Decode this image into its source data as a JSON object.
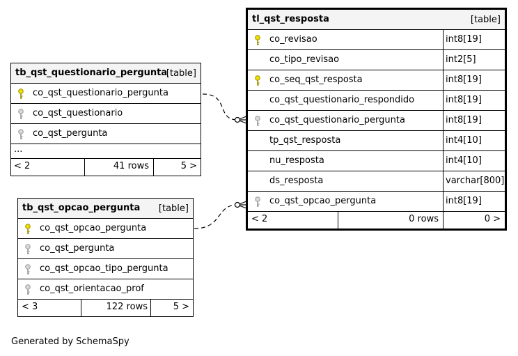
{
  "tables": {
    "resposta": {
      "name": "tl_qst_resposta",
      "kind": "[table]",
      "columns": [
        {
          "name": "co_revisao",
          "type": "int8[19]",
          "key": "primary"
        },
        {
          "name": "co_tipo_revisao",
          "type": "int2[5]",
          "key": "none"
        },
        {
          "name": "co_seq_qst_resposta",
          "type": "int8[19]",
          "key": "primary"
        },
        {
          "name": "co_qst_questionario_respondido",
          "type": "int8[19]",
          "key": "none"
        },
        {
          "name": "co_qst_questionario_pergunta",
          "type": "int8[19]",
          "key": "foreign"
        },
        {
          "name": "tp_qst_resposta",
          "type": "int4[10]",
          "key": "none"
        },
        {
          "name": "nu_resposta",
          "type": "int4[10]",
          "key": "none"
        },
        {
          "name": "ds_resposta",
          "type": "varchar[800]",
          "key": "none"
        },
        {
          "name": "co_qst_opcao_pergunta",
          "type": "int8[19]",
          "key": "foreign"
        }
      ],
      "footer": {
        "parents": "< 2",
        "rows": "0 rows",
        "children": "0 >"
      }
    },
    "questionario_pergunta": {
      "name": "tb_qst_questionario_pergunta",
      "kind": "[table]",
      "columns": [
        {
          "name": "co_qst_questionario_pergunta",
          "key": "primary"
        },
        {
          "name": "co_qst_questionario",
          "key": "foreign"
        },
        {
          "name": "co_qst_pergunta",
          "key": "foreign"
        }
      ],
      "ellipsis": "...",
      "footer": {
        "parents": "< 2",
        "rows": "41 rows",
        "children": "5 >"
      }
    },
    "opcao_pergunta": {
      "name": "tb_qst_opcao_pergunta",
      "kind": "[table]",
      "columns": [
        {
          "name": "co_qst_opcao_pergunta",
          "key": "primary"
        },
        {
          "name": "co_qst_pergunta",
          "key": "foreign"
        },
        {
          "name": "co_qst_opcao_tipo_pergunta",
          "key": "foreign"
        },
        {
          "name": "co_qst_orientacao_prof",
          "key": "foreign"
        }
      ],
      "footer": {
        "parents": "< 3",
        "rows": "122 rows",
        "children": "5 >"
      }
    }
  },
  "relationships": [
    {
      "from": "tb_qst_questionario_pergunta.co_qst_questionario_pergunta",
      "to": "tl_qst_resposta.co_qst_questionario_pergunta"
    },
    {
      "from": "tb_qst_opcao_pergunta.co_qst_opcao_pergunta",
      "to": "tl_qst_resposta.co_qst_opcao_pergunta"
    }
  ],
  "key_colors": {
    "primary": "#f0e000",
    "foreign": "#d8d8d8"
  },
  "generated_by": "Generated by SchemaSpy"
}
